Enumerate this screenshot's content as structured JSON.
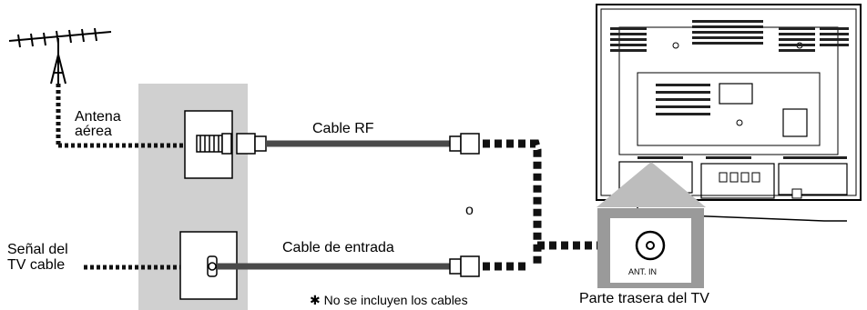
{
  "labels": {
    "antenna_line1": "Antena",
    "antenna_line2": "aérea",
    "cable_signal_line1": "Señal del",
    "cable_signal_line2": "TV cable",
    "cable_rf": "Cable RF",
    "cable_input": "Cable de entrada",
    "or": "o",
    "note": "✱ No se incluyen los cables",
    "ant_in": "ANT. IN",
    "tv_back": "Parte trasera del TV"
  },
  "colors": {
    "wall_plate": "#d0d0d0",
    "cable": "#4a4a4a",
    "dashed": "#111111",
    "jack_frame": "#9a9a9a",
    "callout": "#bdbdbd"
  }
}
